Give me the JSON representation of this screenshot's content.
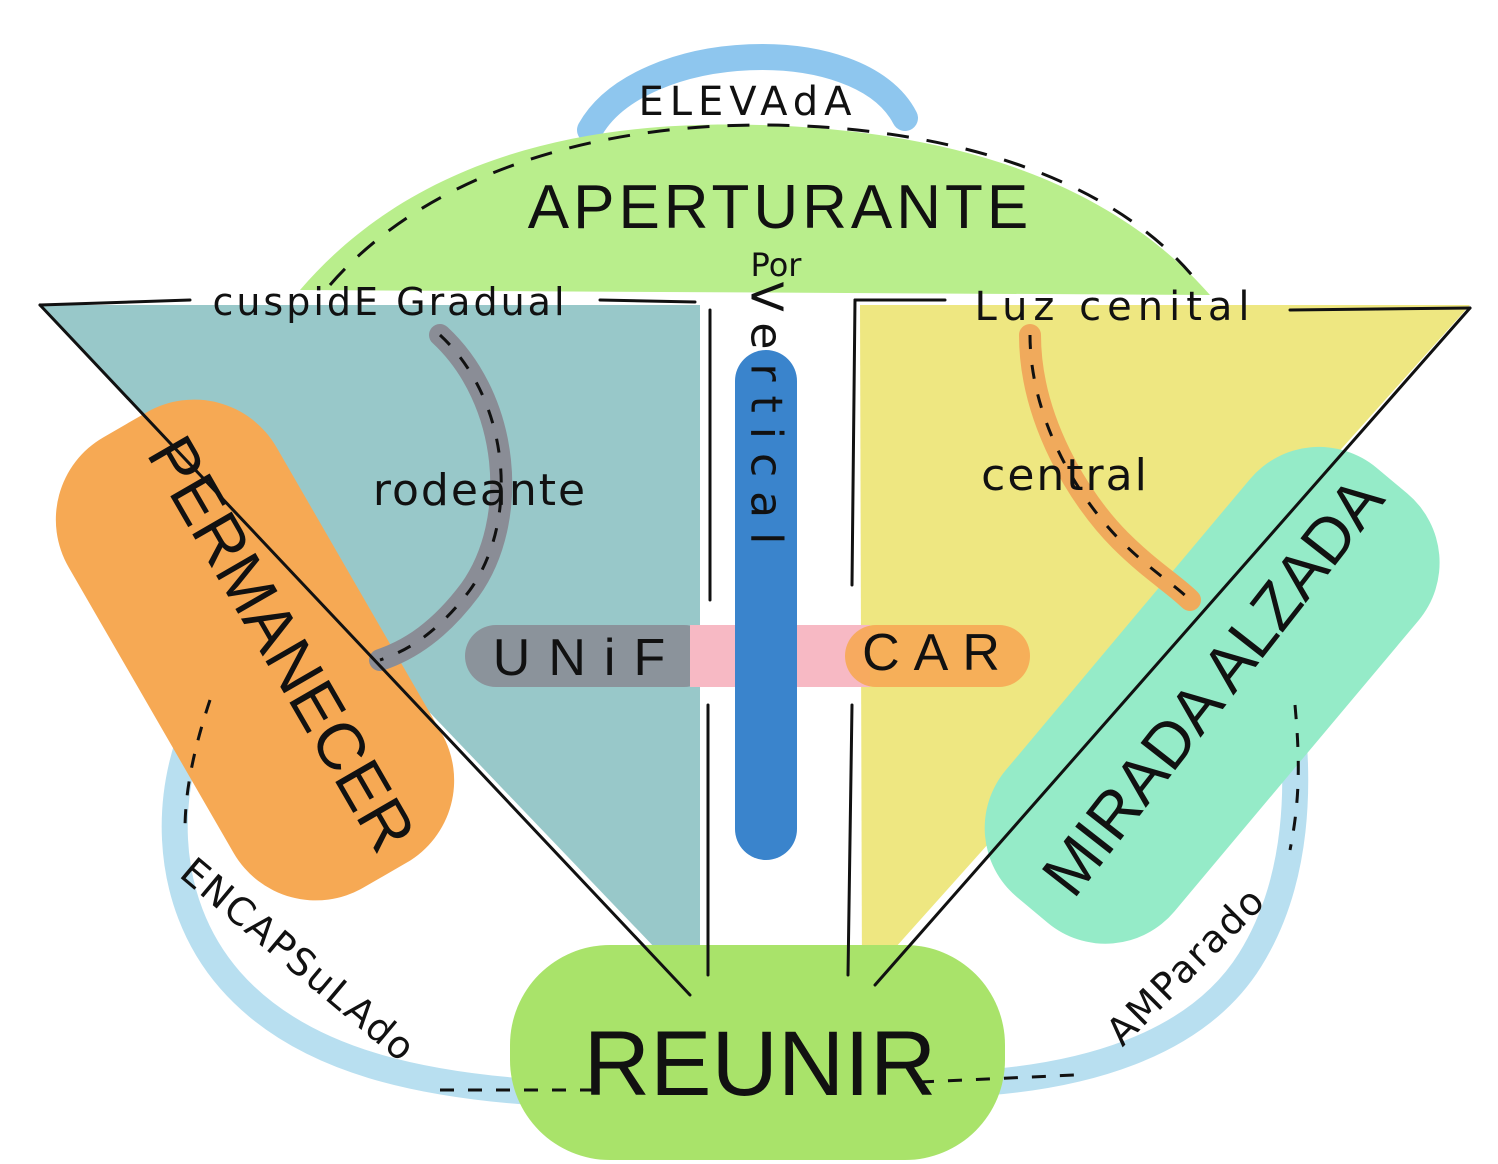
{
  "labels": {
    "elevada": "ELEVAdA",
    "aperturante": "APERTURANTE",
    "por": "Por",
    "cuspide": "cuspidE Gradual",
    "luz": "Luz cenital",
    "rodeante": "rodeante",
    "central": "central",
    "vertical": "Vertical",
    "unif": "UNiF",
    "car": "CAR",
    "permanecer": "PERMANECER",
    "mirada": "MIRADA ALZADA",
    "encapsulado": "ENCAPSuLAdo",
    "amparado": "AMParado",
    "reunir": "REUNIR"
  },
  "colors": {
    "teal": "#8fc3c4",
    "yellow": "#ede67a",
    "light_green": "#b9ee8c",
    "reunir_green": "#a9e36a",
    "orange": "#f6a954",
    "mint": "#95ebc8",
    "blue_bar": "#3a84cc",
    "sky": "#8ec6ee",
    "pale_blue": "#b8dff0",
    "gray": "#8a8d96",
    "pink": "#f7b9c4",
    "ink": "#111111"
  }
}
